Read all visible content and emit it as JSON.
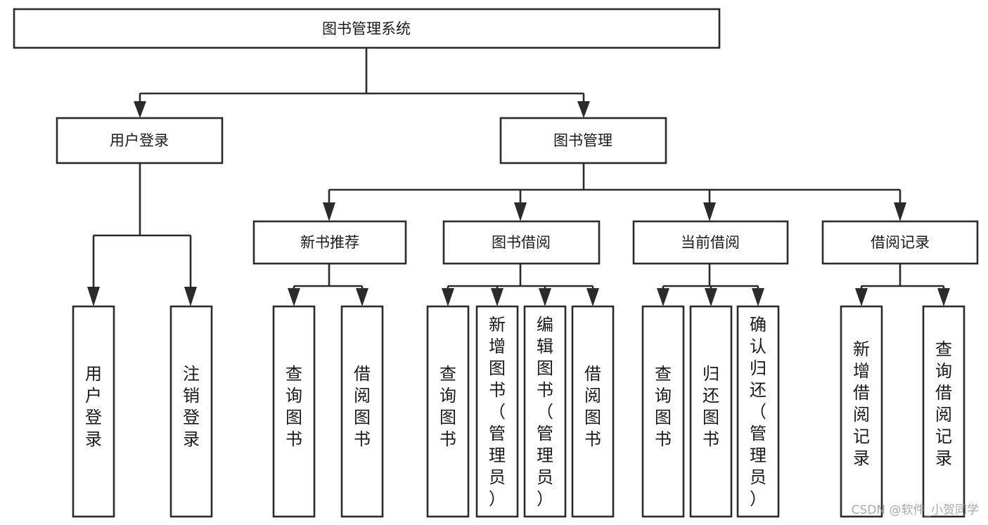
{
  "diagram": {
    "title": "图书管理系统",
    "type": "tree",
    "watermark": "CSDN @软件_小贺同学",
    "colors": {
      "box_stroke": "#2b2b2b",
      "box_fill": "#ffffff",
      "text": "#1a1a1a",
      "watermark": "#9a9a9a",
      "background": "#ffffff"
    },
    "nodes": {
      "root": {
        "label": "图书管理系统",
        "orientation": "horizontal"
      },
      "level2": [
        {
          "label": "用户登录",
          "orientation": "horizontal"
        },
        {
          "label": "图书管理",
          "orientation": "horizontal"
        }
      ],
      "level3": [
        {
          "label": "新书推荐",
          "orientation": "horizontal"
        },
        {
          "label": "图书借阅",
          "orientation": "horizontal"
        },
        {
          "label": "当前借阅",
          "orientation": "horizontal"
        },
        {
          "label": "借阅记录",
          "orientation": "horizontal"
        }
      ],
      "leaves": {
        "user_login": [
          {
            "label": "用户登录",
            "orientation": "vertical"
          },
          {
            "label": "注销登录",
            "orientation": "vertical"
          }
        ],
        "new_book_recommend": [
          {
            "label": "查询图书",
            "orientation": "vertical"
          },
          {
            "label": "借阅图书",
            "orientation": "vertical"
          }
        ],
        "book_borrow": [
          {
            "label": "查询图书",
            "orientation": "vertical"
          },
          {
            "label": "新增图书（管理员）",
            "orientation": "vertical"
          },
          {
            "label": "编辑图书（管理员）",
            "orientation": "vertical"
          },
          {
            "label": "借阅图书",
            "orientation": "vertical"
          }
        ],
        "current_borrow": [
          {
            "label": "查询图书",
            "orientation": "vertical"
          },
          {
            "label": "归还图书",
            "orientation": "vertical"
          },
          {
            "label": "确认归还（管理员）",
            "orientation": "vertical"
          }
        ],
        "borrow_record": [
          {
            "label": "新增借阅记录",
            "orientation": "vertical"
          },
          {
            "label": "查询借阅记录",
            "orientation": "vertical"
          }
        ]
      }
    },
    "edges": [
      {
        "from": "图书管理系统",
        "to": "用户登录"
      },
      {
        "from": "图书管理系统",
        "to": "图书管理"
      },
      {
        "from": "用户登录",
        "to": "用户登录"
      },
      {
        "from": "用户登录",
        "to": "注销登录"
      },
      {
        "from": "图书管理",
        "to": "新书推荐"
      },
      {
        "from": "图书管理",
        "to": "图书借阅"
      },
      {
        "from": "图书管理",
        "to": "当前借阅"
      },
      {
        "from": "图书管理",
        "to": "借阅记录"
      },
      {
        "from": "新书推荐",
        "to": "查询图书"
      },
      {
        "from": "新书推荐",
        "to": "借阅图书"
      },
      {
        "from": "图书借阅",
        "to": "查询图书"
      },
      {
        "from": "图书借阅",
        "to": "新增图书（管理员）"
      },
      {
        "from": "图书借阅",
        "to": "编辑图书（管理员）"
      },
      {
        "from": "图书借阅",
        "to": "借阅图书"
      },
      {
        "from": "当前借阅",
        "to": "查询图书"
      },
      {
        "from": "当前借阅",
        "to": "归还图书"
      },
      {
        "from": "当前借阅",
        "to": "确认归还（管理员）"
      },
      {
        "from": "借阅记录",
        "to": "新增借阅记录"
      },
      {
        "from": "借阅记录",
        "to": "查询借阅记录"
      }
    ]
  }
}
